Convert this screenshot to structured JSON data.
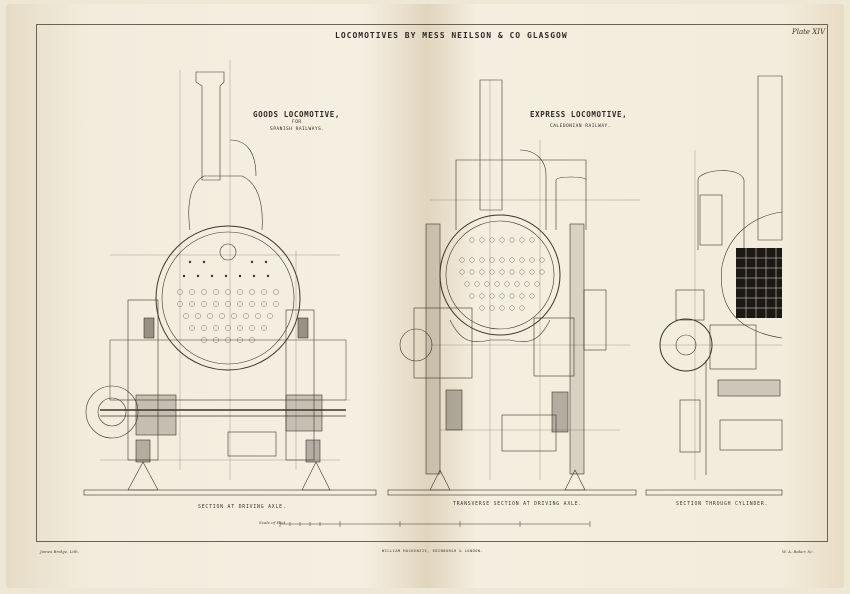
{
  "plate": {
    "main_title": "LOCOMOTIVES BY MESS NEILSON & CO GLASGOW",
    "plate_number": "Plate XIV",
    "publisher": "WILLIAM MACKENZIE, EDINBURGH & LONDON.",
    "artist_credit": "James Bridge, Lith.",
    "engraver_credit": "W. A. Baker, Sc.",
    "scale_label": "Scale of Feet"
  },
  "goods": {
    "heading": "GOODS LOCOMOTIVE,",
    "for_line": "FOR",
    "railway": "SPANISH RAILWAYS.",
    "caption": "SECTION AT DRIVING AXLE."
  },
  "express": {
    "heading": "EXPRESS LOCOMOTIVE,",
    "railway": "CALEDONIAN RAILWAY.",
    "caption": "TRANSVERSE SECTION AT DRIVING AXLE."
  },
  "cylinder": {
    "caption": "SECTION THROUGH CYLINDER."
  },
  "colors": {
    "paper": "#f3ecdc",
    "ink": "#2f2a25",
    "toned_edge": "#c9b79a"
  }
}
